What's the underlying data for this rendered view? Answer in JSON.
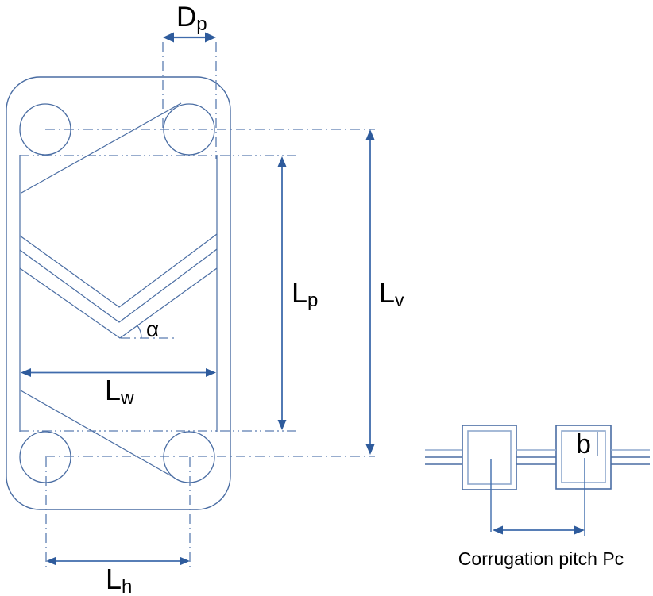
{
  "colors": {
    "line_primary": "#4a6da3",
    "line_light": "#8fa9cd",
    "centerline": "#5b7cb0",
    "dimension": "#3f6bac",
    "arrowhead": "#2e5b9c",
    "text": "#000000"
  },
  "plate_view": {
    "dims": {
      "dp": {
        "main": "D",
        "sub": "p"
      },
      "lp": {
        "main": "L",
        "sub": "p"
      },
      "lv": {
        "main": "L",
        "sub": "v"
      },
      "lw": {
        "main": "L",
        "sub": "w"
      },
      "lh": {
        "main": "L",
        "sub": "h"
      },
      "alpha": "α"
    }
  },
  "corrugation_view": {
    "gap_label": "b",
    "pitch_label": "Corrugation pitch Pc"
  }
}
